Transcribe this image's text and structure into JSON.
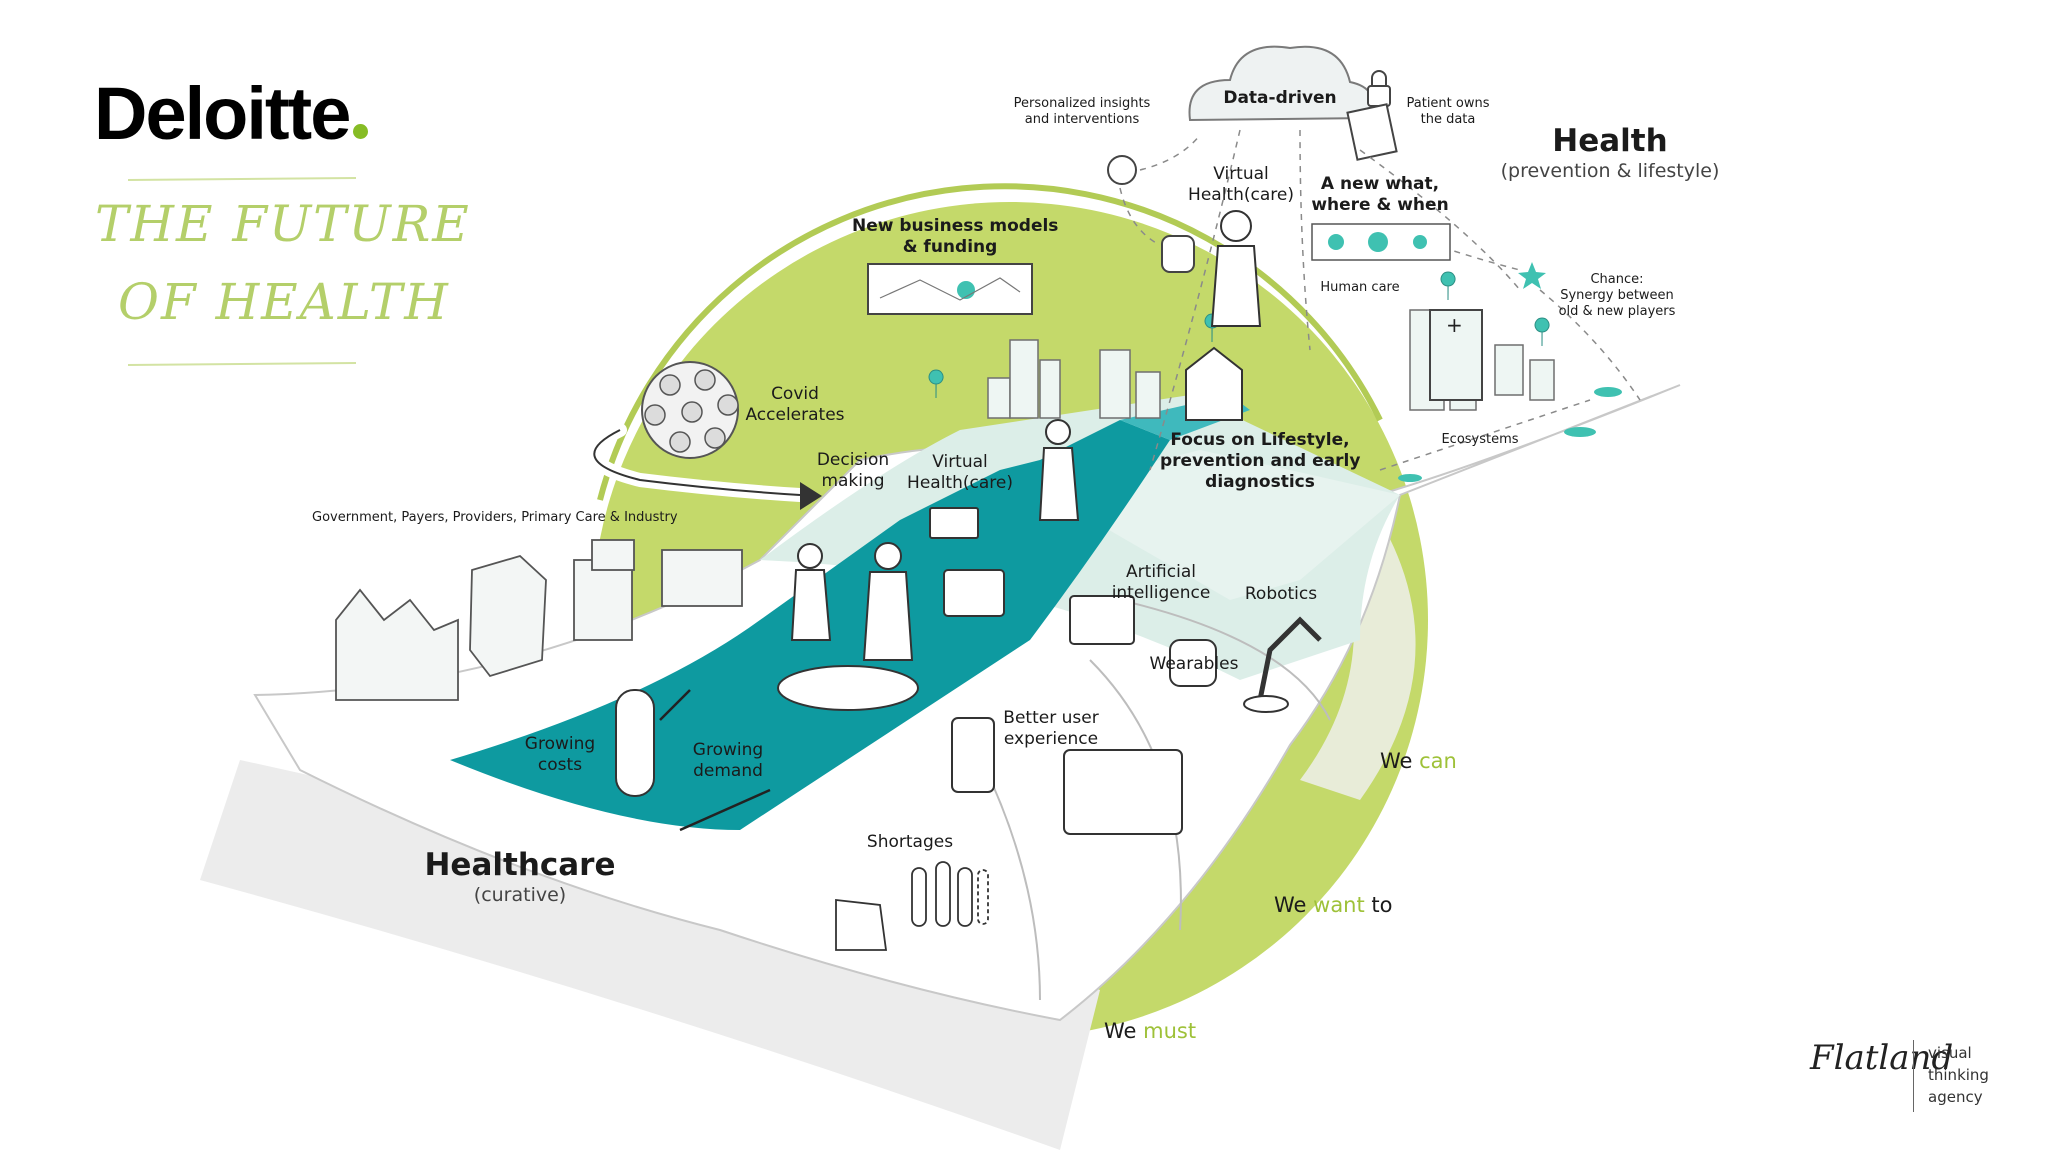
{
  "brand": {
    "logo": "Deloitte",
    "accent_color": "#86bc25"
  },
  "title": {
    "line1": "THE FUTURE",
    "line2": "OF HEALTH"
  },
  "colors": {
    "lime": "#c4d96a",
    "teal": "#0e9aa0",
    "mint": "#dceee8",
    "ink": "#1b1b1b"
  },
  "labels": {
    "personalized_insights": [
      "Personalized insights",
      "and interventions"
    ],
    "data_driven": "Data-driven",
    "patient_owns": [
      "Patient owns",
      "the data"
    ],
    "health_title": "Health",
    "health_sub": "(prevention & lifestyle)",
    "virtual_health_top": [
      "Virtual",
      "Health(care)"
    ],
    "new_what": [
      "A new what,",
      "where & when"
    ],
    "new_business": [
      "New business models",
      "& funding"
    ],
    "human_care": "Human care",
    "chance": [
      "Chance:",
      "Synergy between",
      "old & new players"
    ],
    "covid": [
      "Covid",
      "Accelerates"
    ],
    "decision_making": [
      "Decision",
      "making"
    ],
    "virtual_health_mid": [
      "Virtual",
      "Health(care)"
    ],
    "focus": [
      "Focus on Lifestyle,",
      "prevention and early",
      "diagnostics"
    ],
    "ecosystems": "Ecosystems",
    "government": "Government, Payers, Providers, Primary Care & Industry",
    "artificial_intelligence": [
      "Artificial",
      "intelligence"
    ],
    "robotics": "Robotics",
    "wearables": "Wearables",
    "better_ux": [
      "Better user",
      "experience"
    ],
    "growing_costs": [
      "Growing",
      "costs"
    ],
    "growing_demand": [
      "Growing",
      "demand"
    ],
    "shortages": "Shortages",
    "healthcare_title": "Healthcare",
    "healthcare_sub": "(curative)"
  },
  "we_rows": [
    {
      "prefix": "We ",
      "accent": "can",
      "suffix": ""
    },
    {
      "prefix": "We ",
      "accent": "want",
      "suffix": " to"
    },
    {
      "prefix": "We ",
      "accent": "must",
      "suffix": ""
    }
  ],
  "footer": {
    "agency_logo": "Flatland",
    "tagline": [
      "visual",
      "thinking",
      "agency"
    ]
  }
}
